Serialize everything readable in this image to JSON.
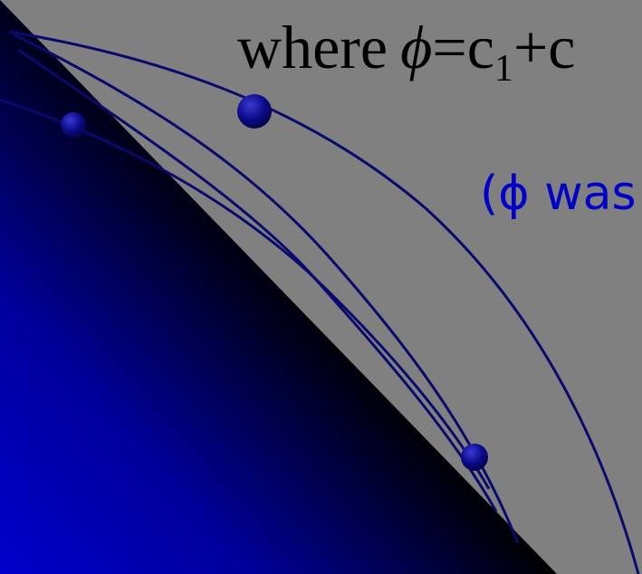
{
  "formula": {
    "prefix": "where",
    "phi": "ϕ",
    "equals": "=",
    "c": "c",
    "sub": "1",
    "plus": "+",
    "tail": "c"
  },
  "note": {
    "text": "(ϕ was"
  },
  "colors": {
    "background": "#808080",
    "gradient_dark": "#000000",
    "gradient_blue": "#0000cc",
    "curve": "#0a0a6e",
    "point": "#0a0a8a",
    "note_text": "#0000c8",
    "formula_text": "#000000"
  }
}
